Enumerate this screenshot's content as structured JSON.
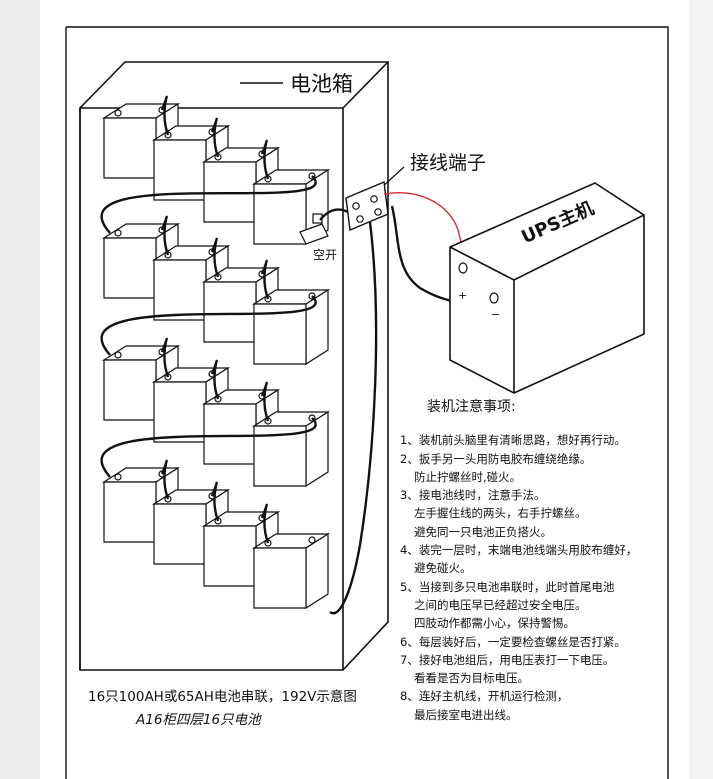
{
  "labels": {
    "battery_box": "电池箱",
    "terminal_block": "接线端子",
    "ups_host": "UPS主机",
    "breaker": "空开"
  },
  "notes": {
    "title": "装机注意事项:",
    "lines": [
      "1、装机前头脑里有清晰思路，想好再行动。",
      "2、扳手另一头用防电胶布缠绕绝缘。",
      "防止拧螺丝时,碰火。",
      "3、接电池线时，注意手法。",
      "左手握住线的两头，右手拧螺丝。",
      "避免同一只电池正负搭火。",
      "4、装完一层时，末端电池线端头用胶布缠好，",
      "避免碰火。",
      "5、当接到多只电池串联时，此时首尾电池",
      "之间的电压早已经超过安全电压。",
      "四肢动作都需小心，保持警惕。",
      "6、每层装好后，一定要检查螺丝是否打紧。",
      "7、接好电池组后，用电压表打一下电压。",
      "看看是否为目标电压。",
      "8、连好主机线，开机运行检测，",
      "最后接室电进出线。"
    ]
  },
  "caption": {
    "line1": "16只100AH或65AH电池串联，192V示意图",
    "line2": "A16柜四层16只电池"
  },
  "wiring": {
    "positive_color": "#d13232",
    "negative_color": "#111111"
  }
}
